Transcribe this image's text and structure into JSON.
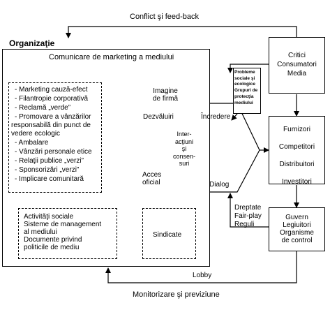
{
  "top_label": "Conflict şi feed-back",
  "bottom_label": "Monitorizare şi previziune",
  "lobby_label": "Lobby",
  "org_title": "Organizaţie",
  "org_subtitle": "Comunicare de marketing a mediului",
  "marketing_list": [
    "- Marketing cauză-efect",
    "- Filantropie corporativă",
    "- Reclamă „verde”",
    "- Promovare a vânzărilor",
    "responsabilă din punct de",
    "vedere ecologic",
    "- Ambalare",
    "- Vânzări personale etice",
    "- Relaţii publice „verzi”",
    "- Sponsorizări „verzi”",
    "- Implicare comunitară"
  ],
  "imagine_lines": [
    "Imagine",
    "de firmă"
  ],
  "dezvaluiri": "Dezvăluiri",
  "incredere": "Încredere",
  "acces_lines": [
    "Acces",
    "oficial"
  ],
  "dialog": "Dialog",
  "interactiuni_lines": [
    "Inter-",
    "acţiuni",
    "şi",
    "consen-",
    "suri"
  ],
  "social_lines": [
    "Activităţi sociale",
    "Sisteme de management",
    "al mediului",
    "Documente privind",
    "politicile de mediu"
  ],
  "sindicate": "Sindicate",
  "probleme_lines": [
    "Probleme",
    "sociale şi",
    "ecologice",
    "Grupuri de",
    "protecţia",
    "mediului"
  ],
  "critici_lines": [
    "Critici",
    "Consumatori",
    "Media"
  ],
  "furnizori_lines": [
    "Furnizori",
    "Competitori",
    "Distribuitori",
    "Investitori"
  ],
  "dreptate_lines": [
    "Dreptate",
    "Fair-play",
    "Reguli"
  ],
  "guvern_lines": [
    "Guvern",
    "Legiuitori",
    "Organisme",
    "de control"
  ]
}
